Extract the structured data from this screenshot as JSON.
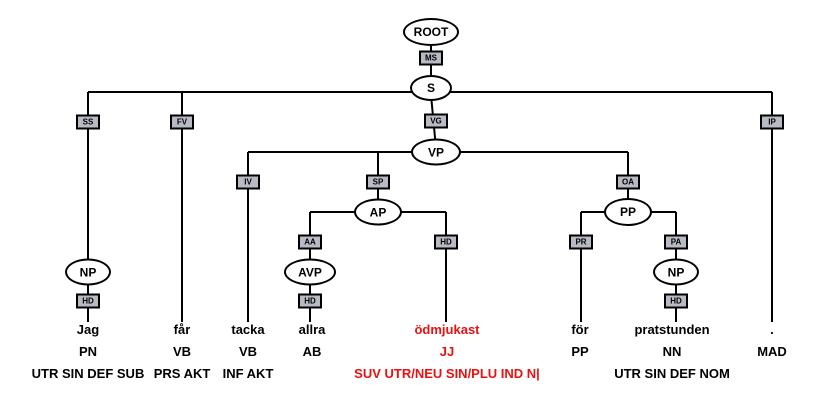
{
  "nodes": {
    "root": "ROOT",
    "s": "S",
    "vp": "VP",
    "ap": "AP",
    "avp": "AVP",
    "pp": "PP",
    "np_subject": "NP",
    "np_object": "NP"
  },
  "edges": {
    "ms": "MS",
    "ss": "SS",
    "fv": "FV",
    "vg": "VG",
    "ip": "IP",
    "iv": "IV",
    "sp": "SP",
    "oa": "OA",
    "aa": "AA",
    "hd_ap": "HD",
    "hd_avp": "HD",
    "pr": "PR",
    "pa": "PA",
    "hd_np_subject": "HD",
    "hd_np_object": "HD"
  },
  "tokens": [
    {
      "word": "Jag",
      "pos": "PN",
      "morph": "UTR SIN DEF SUB",
      "highlighted": false
    },
    {
      "word": "får",
      "pos": "VB",
      "morph": "PRS AKT",
      "highlighted": false
    },
    {
      "word": "tacka",
      "pos": "VB",
      "morph": "INF AKT",
      "highlighted": false
    },
    {
      "word": "allra",
      "pos": "AB",
      "morph": "",
      "highlighted": false
    },
    {
      "word": "ödmjukast",
      "pos": "JJ",
      "morph": "SUV UTR/NEU SIN/PLU IND N|",
      "highlighted": true
    },
    {
      "word": "för",
      "pos": "PP",
      "morph": "",
      "highlighted": false
    },
    {
      "word": "pratstunden",
      "pos": "NN",
      "morph": "UTR SIN DEF NOM",
      "highlighted": false
    },
    {
      "word": ".",
      "pos": "MAD",
      "morph": "",
      "highlighted": false
    }
  ],
  "colors": {
    "line": "#000000",
    "node_fill": "#ffffff",
    "node_border": "#000000",
    "edge_box_fill": "#b8bac4",
    "text": "#000000",
    "highlight_text": "#e81111"
  }
}
